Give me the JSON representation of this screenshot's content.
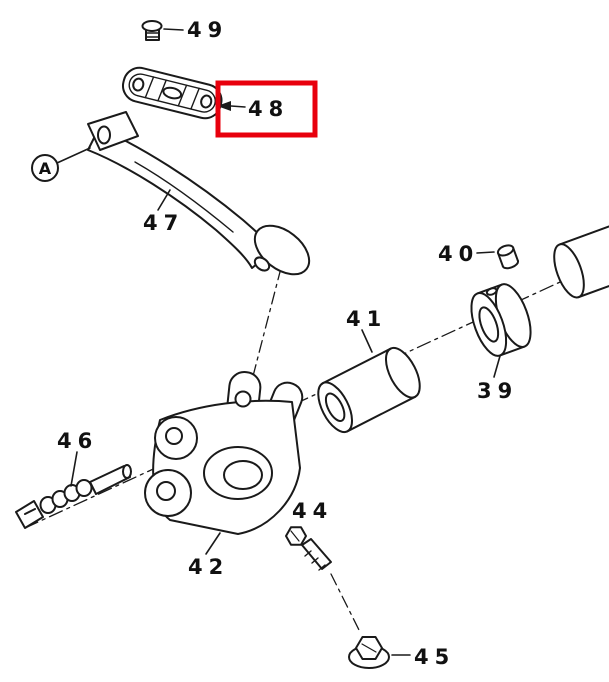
{
  "diagram": {
    "background": "#ffffff",
    "line_color": "#1a1a1a",
    "highlight_color": "#e8000d",
    "highlighted_part": "48",
    "view_marker": "A",
    "labels": {
      "p49": "49",
      "p48": "48",
      "p47": "47",
      "p46": "46",
      "p45": "45",
      "p44": "44",
      "p42": "42",
      "p41": "41",
      "p40": "40",
      "p39": "39"
    }
  }
}
